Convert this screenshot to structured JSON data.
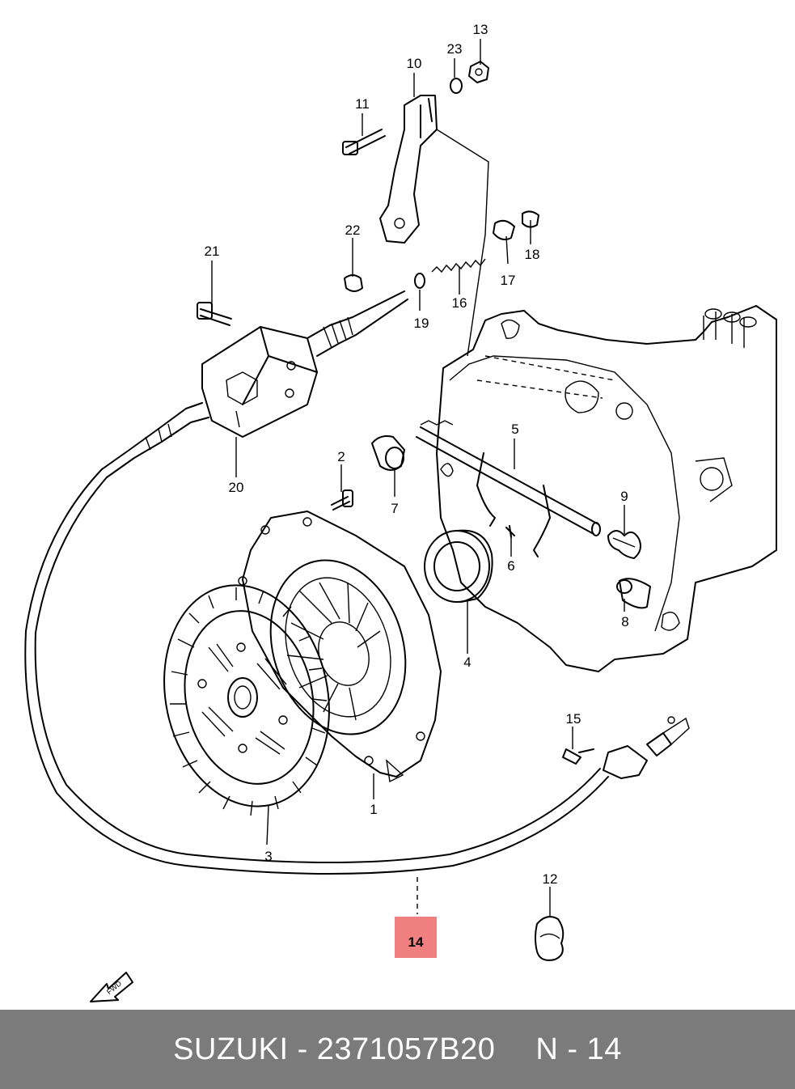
{
  "diagram": {
    "callouts": [
      "1",
      "2",
      "3",
      "4",
      "5",
      "6",
      "7",
      "8",
      "9",
      "10",
      "11",
      "12",
      "13",
      "14",
      "15",
      "16",
      "17",
      "18",
      "19",
      "20",
      "21",
      "22",
      "23"
    ],
    "highlighted_callout": "14",
    "highlight_color": "#f08080",
    "direction_marker": "FWD"
  },
  "footer": {
    "part_text": "SUZUKI - 2371057B20",
    "ref_text": "N - 14",
    "background": "#7b7b7b"
  }
}
